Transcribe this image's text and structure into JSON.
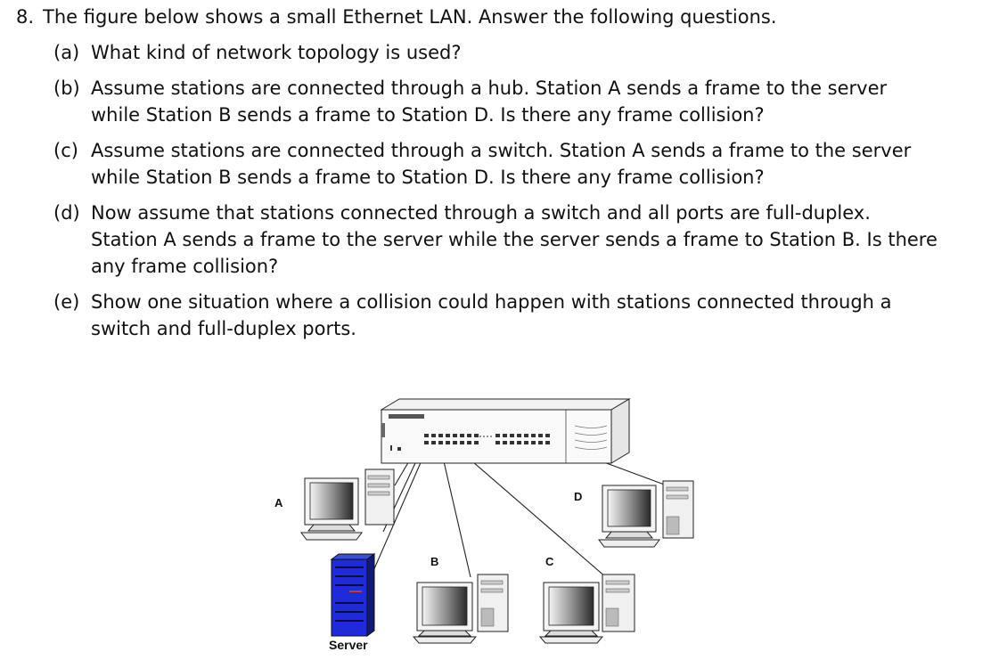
{
  "question": {
    "number": "8.",
    "prompt": "The figure below shows a small Ethernet LAN. Answer the following questions.",
    "parts": [
      {
        "label": "(a)",
        "text": "What kind of network topology is used?"
      },
      {
        "label": "(b)",
        "text": "Assume stations are connected through a hub. Station A sends a frame to the server while Station B sends a frame to Station D. Is there any frame collision?"
      },
      {
        "label": "(c)",
        "text": "Assume stations are connected through a switch. Station A sends a frame to the server while Station B sends a frame to Station D. Is there any frame collision?"
      },
      {
        "label": "(d)",
        "text": "Now assume that stations connected through a switch and all ports are full-duplex. Station A sends a frame to the server while the server sends a frame to Station B. Is there any frame collision?"
      },
      {
        "label": "(e)",
        "text": "Show one situation where a collision could happen with stations connected through a switch and full-duplex ports."
      }
    ]
  },
  "figure": {
    "labels": {
      "station_a": "A",
      "station_b": "B",
      "station_c": "C",
      "station_d": "D",
      "server": "Server"
    },
    "icons": [
      "switch-icon",
      "workstation-icon",
      "server-icon"
    ]
  }
}
